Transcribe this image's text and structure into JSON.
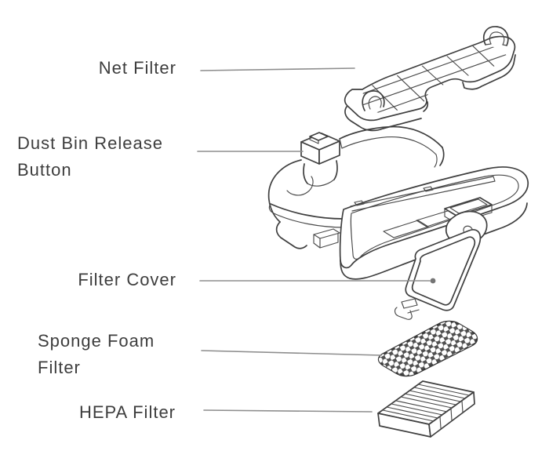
{
  "diagram_labels": {
    "net_filter": {
      "text": "Net Filter"
    },
    "dust_bin_release_button": {
      "line1": "Dust Bin Release",
      "line2": "Button"
    },
    "filter_cover": {
      "text": "Filter Cover"
    },
    "sponge_foam_filter": {
      "line1": "Sponge Foam",
      "line2": "Filter"
    },
    "hepa_filter": {
      "text": "HEPA Filter"
    }
  },
  "colors": {
    "background": "#ffffff",
    "line_art": "#3f3f3f",
    "leader_line": "#8d8d8d",
    "label_text": "#3d3d3d",
    "sponge_fill": "#4f4f4f"
  }
}
